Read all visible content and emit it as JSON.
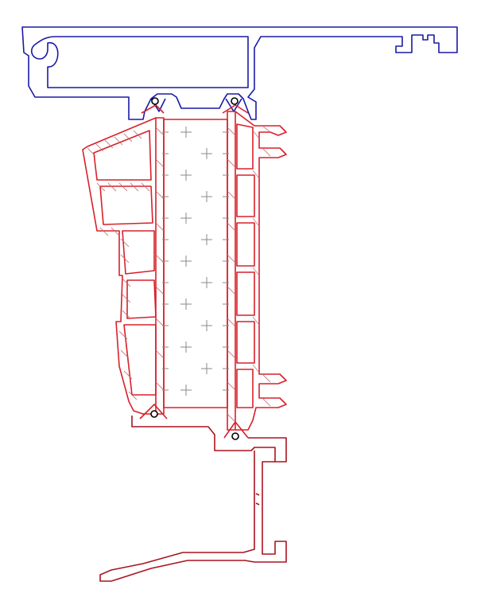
{
  "diagram": {
    "colors": {
      "frame_profile": "#1a1aa6",
      "sash_profile": "#d9202a",
      "bottom_profile": "#a8141e",
      "hatch": "#c06a6e",
      "insulation_cross": "#8a8a8a",
      "fixings": "#000000"
    },
    "parts": [
      {
        "name": "top-frame-profile",
        "color_key": "frame_profile"
      },
      {
        "name": "sash-profile",
        "color_key": "sash_profile"
      },
      {
        "name": "insulation-core",
        "color_key": "insulation_cross"
      },
      {
        "name": "bottom-base-profile",
        "color_key": "bottom_profile"
      },
      {
        "name": "screw-fixings",
        "color_key": "fixings"
      }
    ]
  }
}
